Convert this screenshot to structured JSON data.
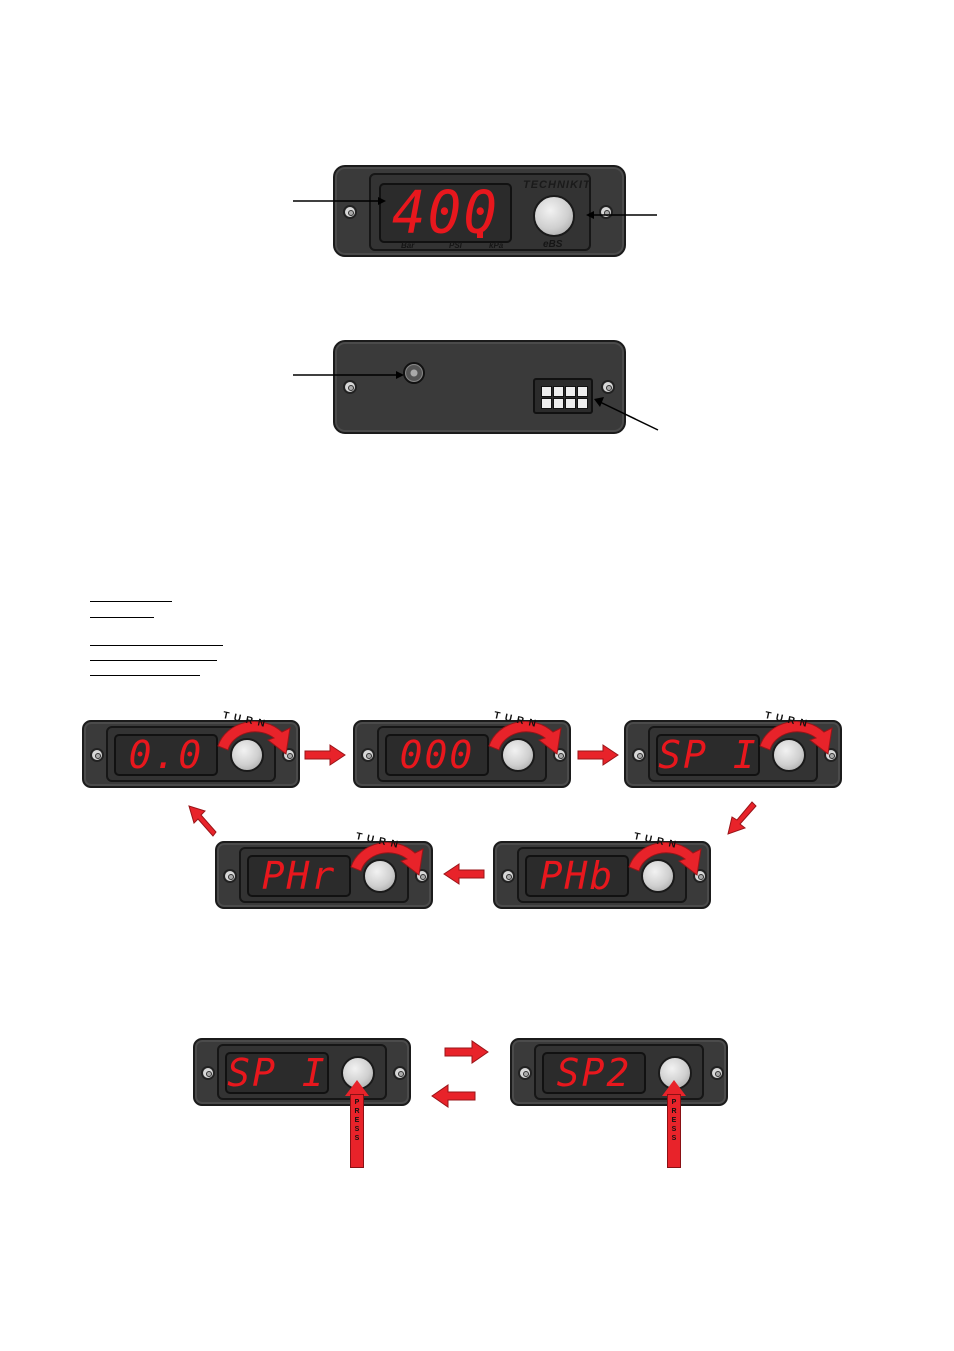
{
  "front_panel": {
    "display_value": "400",
    "brand": "TECHNIKIT",
    "unit_labels": [
      "Bar",
      "PSI",
      "kPa"
    ],
    "knob_brand": "eBS"
  },
  "back_panel": {},
  "turn_sequence": [
    {
      "display": "0.0",
      "action": "TURN"
    },
    {
      "display": "000",
      "action": "TURN"
    },
    {
      "display": "SP I",
      "action": "TURN"
    },
    {
      "display": "PHb",
      "action": "TURN"
    },
    {
      "display": "PHr",
      "action": "TURN"
    }
  ],
  "press_sequence": [
    {
      "display": "SP I",
      "action": "PRESS"
    },
    {
      "display": "SP2",
      "action": "PRESS"
    }
  ],
  "colors": {
    "segment_red": "#e8171d",
    "arrow_red": "#e8232a",
    "housing": "#3a3a3a"
  }
}
